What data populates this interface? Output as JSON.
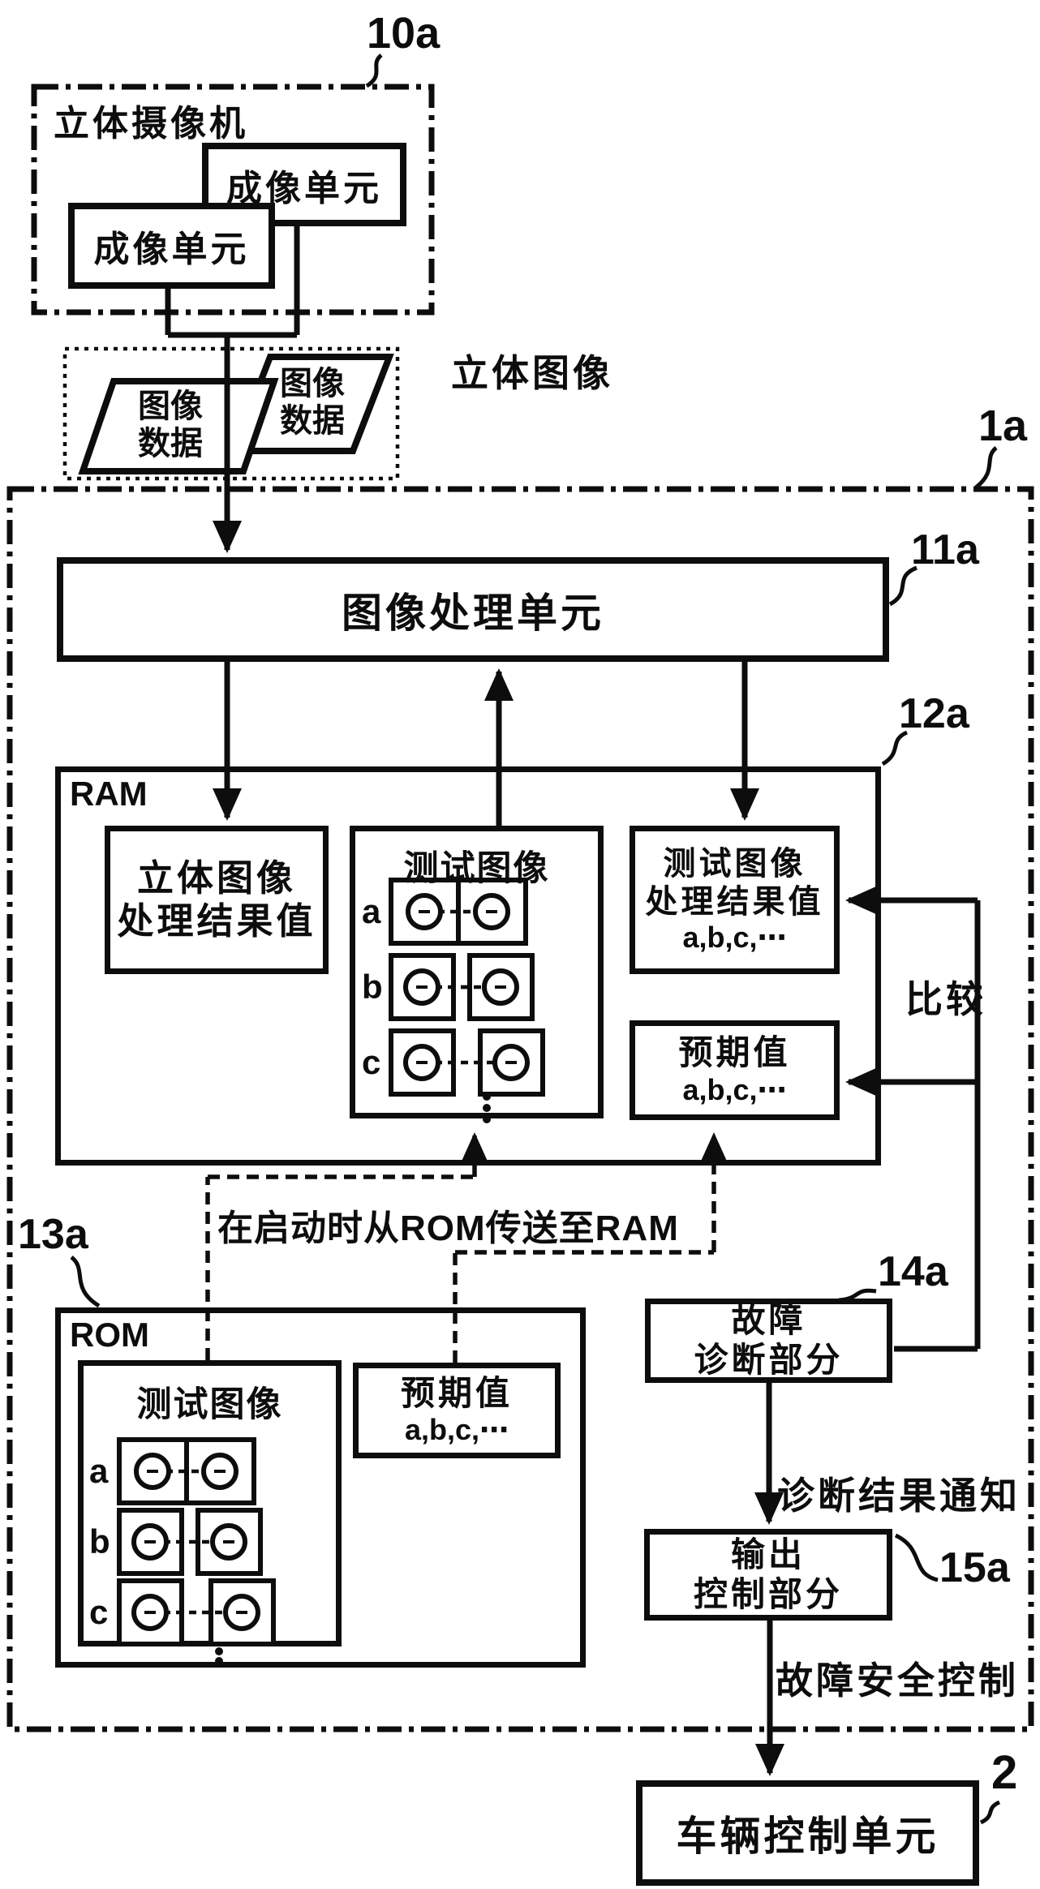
{
  "figure": {
    "refs": {
      "camera": "10a",
      "system": "1a",
      "processor": "11a",
      "ram": "12a",
      "rom": "13a",
      "diagnosis": "14a",
      "output": "15a",
      "vehicle": "2"
    },
    "camera": {
      "title": "立体摄像机",
      "imaging_unit_back": "成像单元",
      "imaging_unit_front": "成像单元"
    },
    "stereo_image": {
      "callout": "立体图像",
      "data_left_line1": "图像",
      "data_left_line2": "数据",
      "data_right_line1": "图像",
      "data_right_line2": "数据"
    },
    "processor": {
      "label": "图像处理单元"
    },
    "ram": {
      "title": "RAM",
      "stereo_result": {
        "line1": "立体图像",
        "line2": "处理结果值"
      },
      "test_image": {
        "title": "测试图像",
        "rows": [
          "a",
          "b",
          "c"
        ]
      },
      "test_result": {
        "line1": "测试图像",
        "line2": "处理结果值",
        "line3": "a,b,c,⋯"
      },
      "expected": {
        "line1": "预期值",
        "line2": "a,b,c,⋯"
      }
    },
    "compare_label": "比较",
    "transfer_note": "在启动时从ROM传送至RAM",
    "rom": {
      "title": "ROM",
      "test_image": {
        "title": "测试图像",
        "rows": [
          "a",
          "b",
          "c"
        ]
      },
      "expected": {
        "line1": "预期值",
        "line2": "a,b,c,⋯"
      }
    },
    "diagnosis": {
      "line1": "故障",
      "line2": "诊断部分",
      "note": "诊断结果通知"
    },
    "output": {
      "line1": "输出",
      "line2": "控制部分",
      "note": "故障安全控制"
    },
    "vehicle": {
      "label": "车辆控制单元"
    }
  }
}
